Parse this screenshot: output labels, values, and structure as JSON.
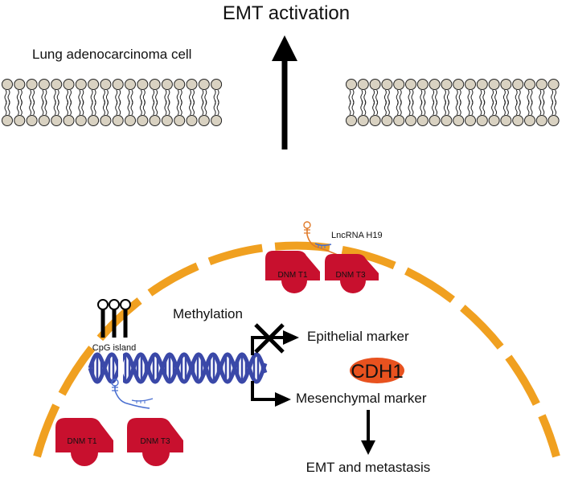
{
  "labels": {
    "emt_activation": "EMT activation",
    "cell_type": "Lung adenocarcinoma cell",
    "lncrna": "LncRNA H19",
    "methylation": "Methylation",
    "cpg_island": "CpG island",
    "epithelial_marker": "Epithelial marker",
    "mesenchymal_marker": "Mesenchymal marker",
    "cdh1": "CDH1",
    "emt_metastasis": "EMT and metastasis",
    "dnmt1_upper": "DNM T1",
    "dnmt3_upper": "DNM T3",
    "dnmt1_lower": "DNM T1",
    "dnmt3_lower": "DNM T3"
  },
  "colors": {
    "nucleus": "#f0a020",
    "dnmt": "#c8102e",
    "dna": "#3a48a8",
    "cdh1_fill": "#e8521f",
    "lipid_head": "#d9d2c2",
    "lncrna_orange": "#e07a2a",
    "lncrna_blue": "#4a6fd0"
  }
}
